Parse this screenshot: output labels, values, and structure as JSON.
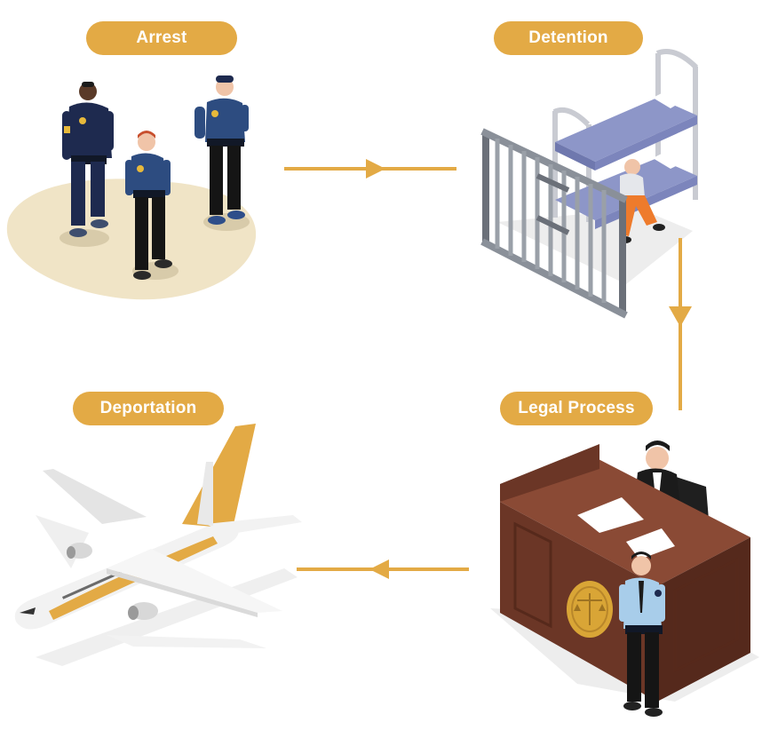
{
  "diagram": {
    "stages": [
      {
        "label": "Arrest",
        "illustration": "police-officers"
      },
      {
        "label": "Detention",
        "illustration": "jail-cell"
      },
      {
        "label": "Legal Process",
        "illustration": "courtroom"
      },
      {
        "label": "Deportation",
        "illustration": "airplane"
      }
    ],
    "flow": "clockwise",
    "colors": {
      "accent": "#E3AA45",
      "label_text": "#FFFFFF",
      "uniform": "#1E2A4F",
      "jail_bars": "#8A9099",
      "bed": "#8D96C8",
      "desk": "#6B3626",
      "plane_body": "#F2F2F2"
    }
  }
}
